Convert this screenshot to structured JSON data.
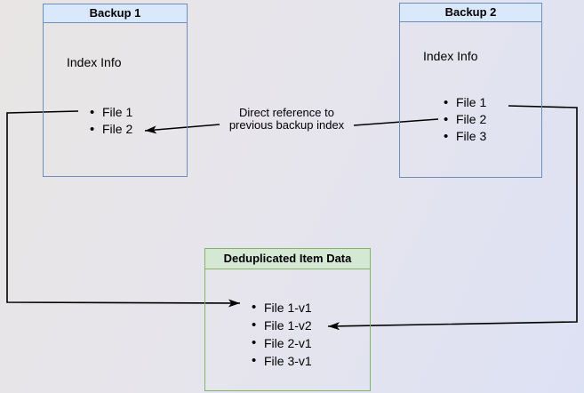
{
  "diagram": {
    "backup1": {
      "title": "Backup 1",
      "index_label": "Index Info",
      "files": [
        "File 1",
        "File 2"
      ]
    },
    "backup2": {
      "title": "Backup 2",
      "index_label": "Index Info",
      "files": [
        "File 1",
        "File 2",
        "File 3"
      ]
    },
    "dedup": {
      "title": "Deduplicated Item Data",
      "files": [
        "File 1-v1",
        "File 1-v2",
        "File 2-v1",
        "File 3-v1"
      ]
    },
    "annotation": {
      "line1": "Direct reference to",
      "line2": "previous backup index"
    },
    "colors": {
      "blue_fill": "#dae8fc",
      "blue_border": "#6c8ebf",
      "green_fill": "#d5e8d4",
      "green_border": "#82b366",
      "connector": "#000000",
      "background_start": "#e8e5e4",
      "background_end": "#dde1f4"
    }
  }
}
